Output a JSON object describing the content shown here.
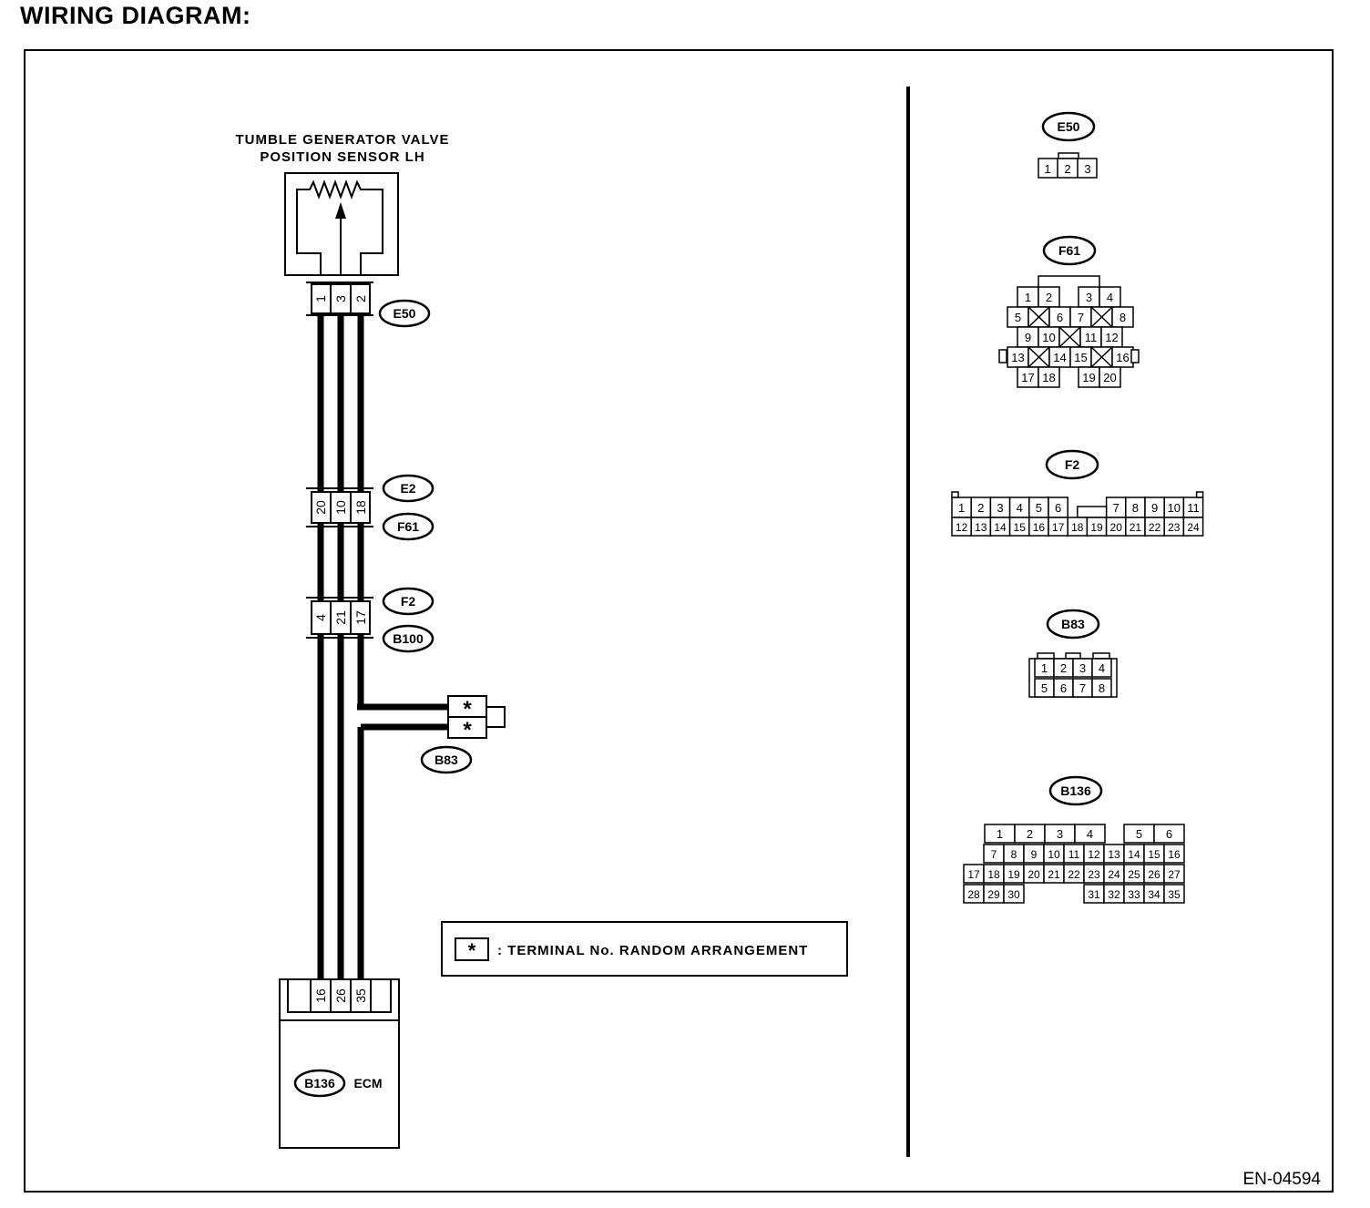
{
  "title": "WIRING DIAGRAM:",
  "sensor": {
    "line1": "TUMBLE GENERATOR VALVE",
    "line2": "POSITION SENSOR LH"
  },
  "connectors": {
    "e50": {
      "name": "E50",
      "pins": [
        "1",
        "3",
        "2"
      ]
    },
    "e2_f61": {
      "name_top": "E2",
      "name_bottom": "F61",
      "pins": [
        "20",
        "10",
        "18"
      ]
    },
    "f2_b100": {
      "name_top": "F2",
      "name_bottom": "B100",
      "pins": [
        "4",
        "21",
        "17"
      ]
    },
    "b83": {
      "name": "B83",
      "pins": [
        "*",
        "*"
      ]
    },
    "ecm": {
      "name": "B136",
      "label": "ECM",
      "pins": [
        "16",
        "26",
        "35"
      ]
    }
  },
  "note": {
    "symbol": "*",
    "text": ": TERMINAL No. RANDOM ARRANGEMENT"
  },
  "faces": {
    "e50": {
      "name": "E50",
      "rows": [
        [
          "1",
          "2",
          "3"
        ]
      ]
    },
    "f61": {
      "name": "F61",
      "rows": [
        [
          "1",
          "2",
          "3",
          "4"
        ],
        [
          "5",
          "6",
          "7",
          "8"
        ],
        [
          "9",
          "10",
          "11",
          "12"
        ],
        [
          "13",
          "14",
          "15",
          "16"
        ],
        [
          "17",
          "18",
          "19",
          "20"
        ]
      ]
    },
    "f2": {
      "name": "F2",
      "rows": [
        [
          "1",
          "2",
          "3",
          "4",
          "5",
          "6",
          "7",
          "8",
          "9",
          "10",
          "11"
        ],
        [
          "12",
          "13",
          "14",
          "15",
          "16",
          "17",
          "18",
          "19",
          "20",
          "21",
          "22",
          "23",
          "24"
        ]
      ]
    },
    "b83": {
      "name": "B83",
      "rows": [
        [
          "1",
          "2",
          "3",
          "4"
        ],
        [
          "5",
          "6",
          "7",
          "8"
        ]
      ]
    },
    "b136": {
      "name": "B136",
      "rows": [
        [
          "1",
          "2",
          "3",
          "4",
          "5",
          "6"
        ],
        [
          "7",
          "8",
          "9",
          "10",
          "11",
          "12",
          "13",
          "14",
          "15",
          "16"
        ],
        [
          "17",
          "18",
          "19",
          "20",
          "21",
          "22",
          "23",
          "24",
          "25",
          "26",
          "27"
        ],
        [
          "28",
          "29",
          "30",
          "31",
          "32",
          "33",
          "34",
          "35"
        ]
      ]
    }
  },
  "code": "EN-04594"
}
